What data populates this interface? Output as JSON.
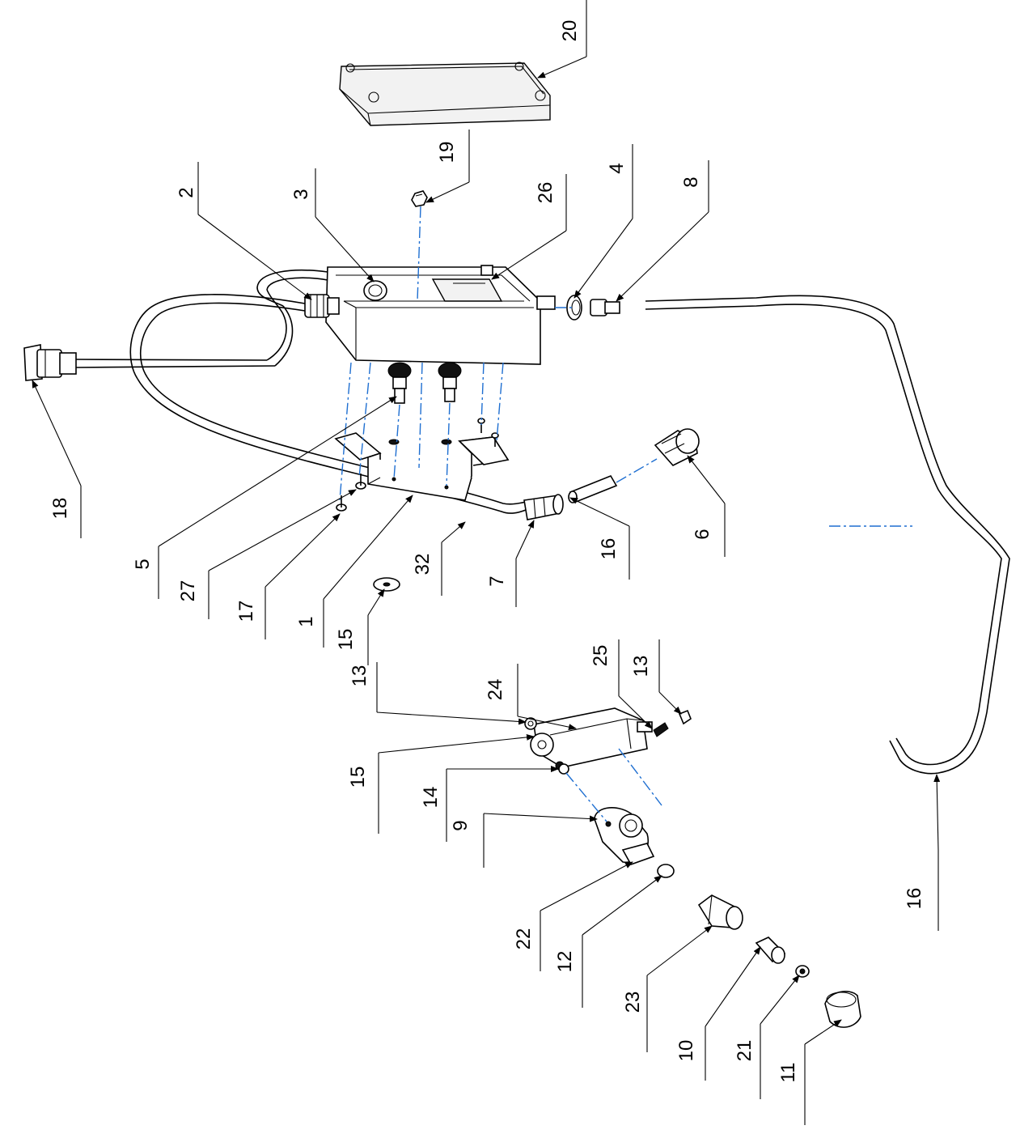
{
  "title": "",
  "callouts": [
    {
      "id": "c1",
      "label": "1"
    },
    {
      "id": "c2",
      "label": "2"
    },
    {
      "id": "c3",
      "label": "3"
    },
    {
      "id": "c4",
      "label": "4"
    },
    {
      "id": "c5",
      "label": "5"
    },
    {
      "id": "c6",
      "label": "6"
    },
    {
      "id": "c7",
      "label": "7"
    },
    {
      "id": "c8",
      "label": "8"
    },
    {
      "id": "c9",
      "label": "9"
    },
    {
      "id": "c10",
      "label": "10"
    },
    {
      "id": "c11",
      "label": "11"
    },
    {
      "id": "c12",
      "label": "12"
    },
    {
      "id": "c13a",
      "label": "13"
    },
    {
      "id": "c13b",
      "label": "13"
    },
    {
      "id": "c14",
      "label": "14"
    },
    {
      "id": "c15a",
      "label": "15"
    },
    {
      "id": "c15b",
      "label": "15"
    },
    {
      "id": "c16a",
      "label": "16"
    },
    {
      "id": "c16b",
      "label": "16"
    },
    {
      "id": "c17",
      "label": "17"
    },
    {
      "id": "c18",
      "label": "18"
    },
    {
      "id": "c19",
      "label": "19"
    },
    {
      "id": "c20",
      "label": "20"
    },
    {
      "id": "c21",
      "label": "21"
    },
    {
      "id": "c22",
      "label": "22"
    },
    {
      "id": "c23",
      "label": "23"
    },
    {
      "id": "c24",
      "label": "24"
    },
    {
      "id": "c25",
      "label": "25"
    },
    {
      "id": "c26",
      "label": "26"
    },
    {
      "id": "c27",
      "label": "27"
    },
    {
      "id": "c32",
      "label": "32"
    }
  ],
  "colors": {
    "line": "#000000",
    "axis": "#1f6fd1",
    "background": "#ffffff"
  }
}
